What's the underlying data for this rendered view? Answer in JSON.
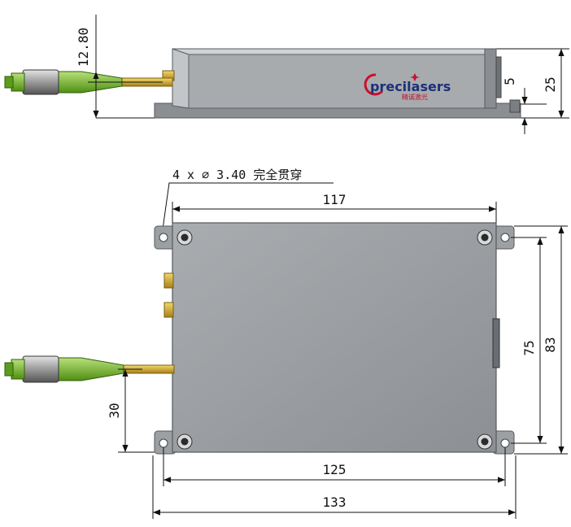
{
  "side_view": {
    "dim_fiber_height": "12.80",
    "dim_tab_height": "5",
    "dim_total_height": "25"
  },
  "logo": {
    "name": "precilasers",
    "subtitle": "精诚激光",
    "accent_color": "#c8102e",
    "text_color": "#1c2f7a"
  },
  "top_view": {
    "hole_note": "4 x ∅ 3.40 完全贯穿",
    "dim_top_width": "117",
    "dim_inner_height": "75",
    "dim_outer_height": "83",
    "dim_fiber_offset": "30",
    "dim_hole_spacing": "125",
    "dim_overall_width": "133"
  },
  "colors": {
    "body_fill": "#9fa3a6",
    "body_edge": "#55595c",
    "fiber_green": "#7bbf2e",
    "connector_gold": "#d8b32a"
  }
}
